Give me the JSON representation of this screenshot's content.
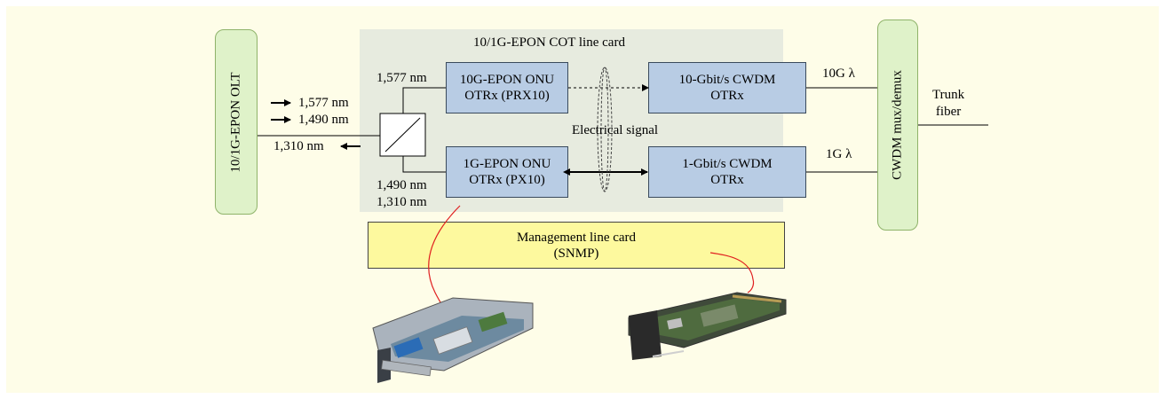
{
  "olt_label": "10/1G-EPON OLT",
  "mux_label": "CWDM mux/demux",
  "cot_card_title": "10/1G-EPON COT line card",
  "boxes": {
    "onu10g": [
      "10G-EPON ONU",
      "OTRx (PRX10)"
    ],
    "onu1g": [
      "1G-EPON ONU",
      "OTRx (PX10)"
    ],
    "cwdm10g": [
      "10-Gbit/s CWDM",
      "OTRx"
    ],
    "cwdm1g": [
      "1-Gbit/s CWDM",
      "OTRx"
    ]
  },
  "mgmt_card": [
    "Management line card",
    "(SNMP)"
  ],
  "wavelengths": {
    "in_1577": "1,577 nm",
    "in_1490": "1,490 nm",
    "out_1310": "1,310 nm",
    "splitter_top": "1,577 nm",
    "splitter_bottom_1": "1,490 nm",
    "splitter_bottom_2": "1,310 nm",
    "lambda_10g": "10G λ",
    "lambda_1g": "1G λ"
  },
  "electrical_signal": "Electrical signal",
  "trunk_fiber": [
    "Trunk",
    "fiber"
  ],
  "colors": {
    "background": "#fefde8",
    "cot_card": "#e7ebdf",
    "module_box": "#b8cce4",
    "vertical_box": "#dff2c9",
    "mgmt_card": "#fdf99e",
    "link_line": "#e02020"
  }
}
